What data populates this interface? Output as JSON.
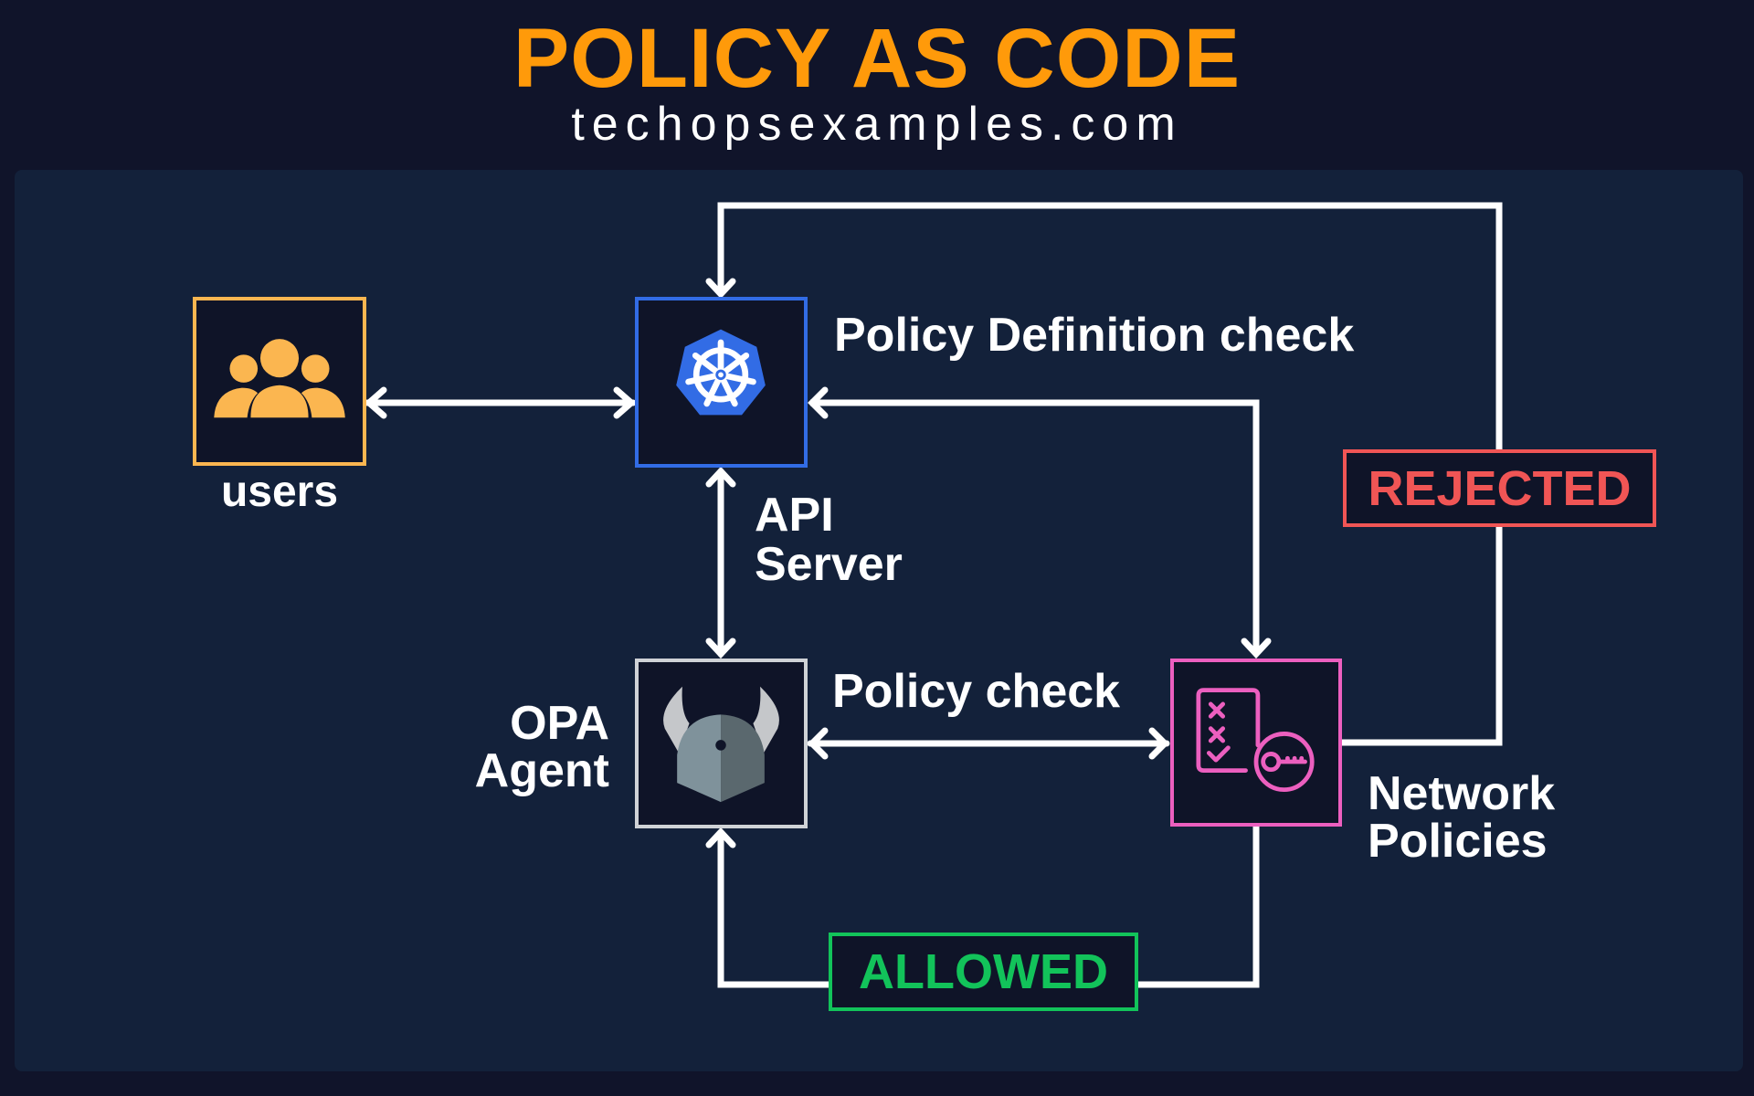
{
  "header": {
    "title": "POLICY AS CODE",
    "subtitle": "techopsexamples.com"
  },
  "colors": {
    "title": "#ff9a0a",
    "users": "#fbb650",
    "api_server": "#326ce5",
    "opa": "#cfd2d6",
    "network": "#ec5fbf",
    "rejected": "#f05555",
    "allowed": "#12c35a",
    "line": "#ffffff"
  },
  "nodes": {
    "users": {
      "label": "users",
      "icon": "users-group-icon"
    },
    "api_server": {
      "label_line1": "API",
      "label_line2": "Server",
      "icon": "kubernetes-helm-icon"
    },
    "opa_agent": {
      "label_line1": "OPA",
      "label_line2": "Agent",
      "icon": "opa-viking-helmet-icon"
    },
    "network_policies": {
      "label_line1": "Network",
      "label_line2": "Policies",
      "icon": "checklist-key-icon"
    }
  },
  "edges": {
    "policy_definition_check": "Policy Definition check",
    "policy_check": "Policy check"
  },
  "statuses": {
    "rejected": "REJECTED",
    "allowed": "ALLOWED"
  }
}
